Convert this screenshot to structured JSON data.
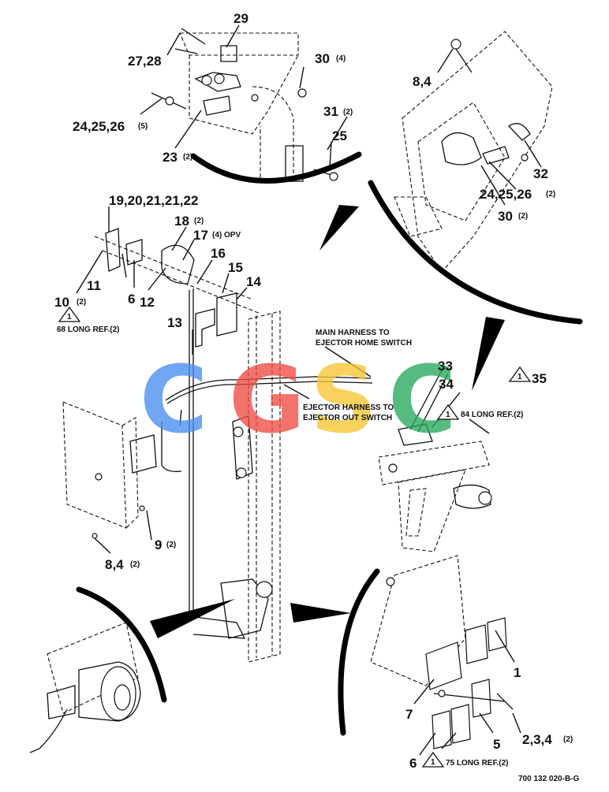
{
  "callouts": {
    "c29": "29",
    "c27_28": "27,28",
    "c30_top": "30",
    "c30_top_qty": "(4)",
    "c24_25_26_top": "24,25,26",
    "c24_25_26_top_qty": "(5)",
    "c31": "31",
    "c31_qty": "(2)",
    "c25": "25",
    "c23": "23",
    "c23_qty": "(2)",
    "c8_4_top": "8,4",
    "c32": "32",
    "c24_25_26_right": "24,25,26",
    "c24_25_26_right_qty": "(2)",
    "c30_right": "30",
    "c30_right_qty": "(2)",
    "c19_22": "19,20,21,21,22",
    "c18": "18",
    "c18_qty": "(2)",
    "c17": "17",
    "c17_qty": "(4) OPV",
    "c16": "16",
    "c15": "15",
    "c14": "14",
    "c11": "11",
    "c10": "10",
    "c10_qty": "(2)",
    "c6_left": "6",
    "c12": "12",
    "c13": "13",
    "note_68": "68 LONG REF.(2)",
    "c33": "33",
    "c34": "34",
    "c35": "35",
    "note_84": "84 LONG REF.(2)",
    "c9": "9",
    "c9_qty": "(2)",
    "c8_4_bottom": "8,4",
    "c8_4_bottom_qty": "(2)",
    "c1": "1",
    "c7": "7",
    "c5": "5",
    "c2_3_4": "2,3,4",
    "c2_3_4_qty": "(2)",
    "c6_bottom": "6",
    "note_75": "75 LONG REF.(2)",
    "flag_1": "1"
  },
  "harness": {
    "main_line1": "MAIN HARNESS TO",
    "main_line2": "EJECTOR HOME SWITCH",
    "ejector_line1": "EJECTOR HARNESS TO",
    "ejector_line2": "EJECTOR OUT SWITCH"
  },
  "drawing_number": "700 132 020-B-G",
  "watermark": {
    "letters": [
      "C",
      "G",
      "S",
      "C"
    ],
    "colors": [
      "#4a8ef0",
      "#ef4b43",
      "#f7c531",
      "#27a85c"
    ]
  }
}
